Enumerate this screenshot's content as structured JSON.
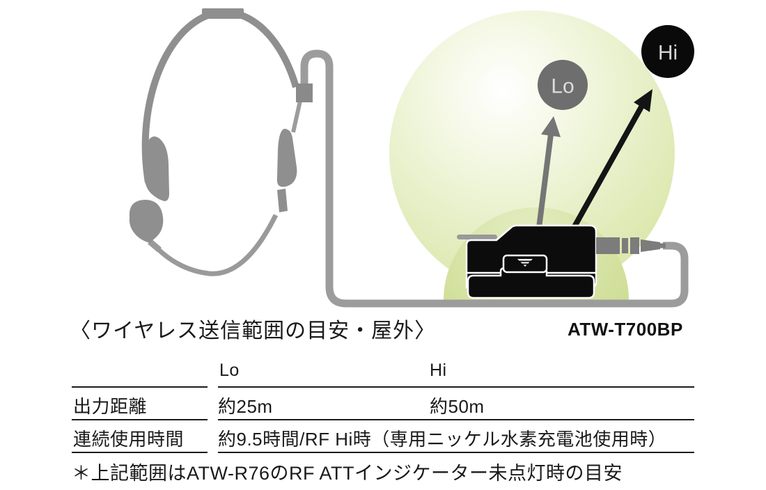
{
  "title": "〈ワイヤレス送信範囲の目安・屋外〉",
  "model_label": "ATW-T700BP",
  "diagram": {
    "lo_badge_label": "Lo",
    "hi_badge_label": "Hi"
  },
  "table": {
    "columns": [
      "Lo",
      "Hi"
    ],
    "rows": [
      {
        "label": "出力距離",
        "lo_value": "約25m",
        "hi_value": "約50m"
      },
      {
        "label": "連続使用時間",
        "value": "約9.5時間/RF Hi時（専用ニッケル水素充電池使用時）"
      }
    ]
  },
  "footnote": "＊上記範囲はATW-R76のRF ATTインジケーター未点灯時の目安",
  "colors": {
    "range_outer_green": "#d7e4a0",
    "range_inner_green": "#c8db8e",
    "headset_gray": "#8f8f8f",
    "cable_gray": "#9c9c9c",
    "connector_gray": "#7c7c7c",
    "lo_badge_gray": "#6e6e6e",
    "hi_badge_black": "#0a0a0a",
    "transmitter_black": "#0c0c0c",
    "text_black": "#1a1a1a"
  }
}
